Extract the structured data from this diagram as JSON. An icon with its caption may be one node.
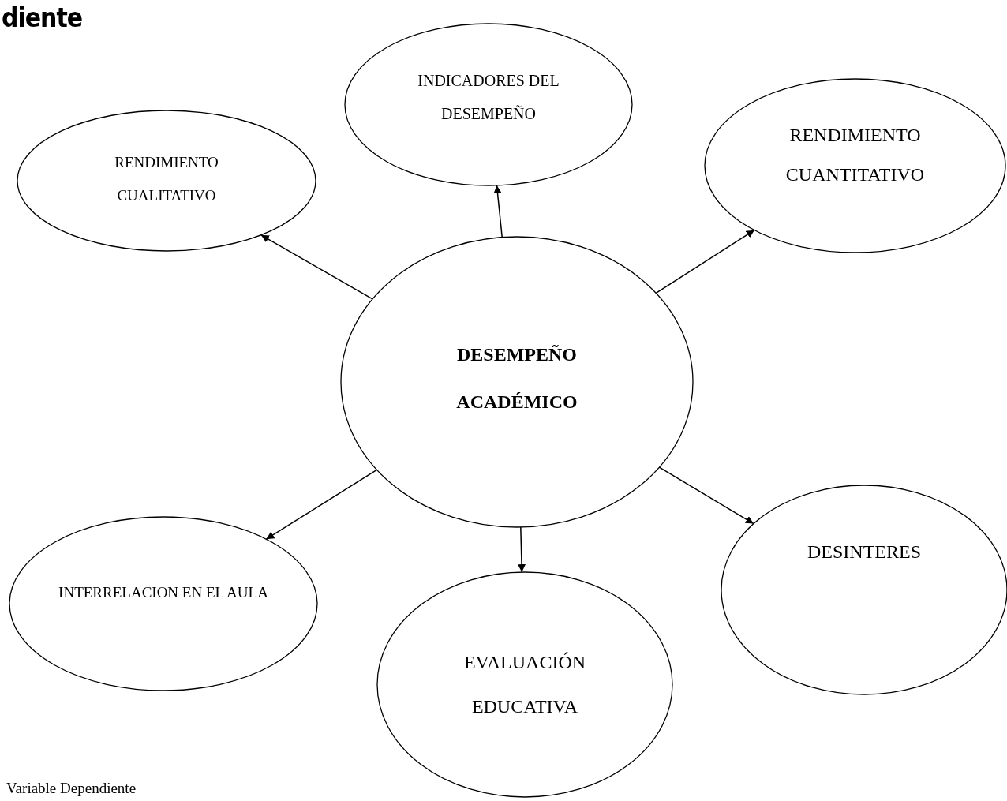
{
  "diagram": {
    "nodes": [
      {
        "text": [
          "INDICADORES DEL DESEMPEÑO"
        ]
      },
      {
        "text": [
          "RENDIMIENTO CUALITATIVO"
        ]
      },
      {
        "text": [
          "RENDIMIENTO CUANTITATIVO"
        ]
      },
      {
        "text": [
          "DESEMPEÑO ACADÉMICO"
        ]
      },
      {
        "text": [
          "INTERRELACION EN EL AULA"
        ]
      },
      {
        "text": [
          "EVALUACIÓN EDUCATIVA"
        ]
      },
      {
        "text": [
          "DESINTERES"
        ]
      }
    ],
    "edges": [
      {
        "from": 3,
        "to": 0,
        "arrow": "to"
      },
      {
        "from": 3,
        "to": 1,
        "arrow": "to"
      },
      {
        "from": 3,
        "to": 2,
        "arrow": "to"
      },
      {
        "from": 3,
        "to": 4,
        "arrow": "to"
      },
      {
        "from": 3,
        "to": 5,
        "arrow": "to"
      },
      {
        "from": 3,
        "to": 6,
        "arrow": "to"
      }
    ],
    "labels": [
      "diente",
      "Variable Dependiente"
    ]
  }
}
